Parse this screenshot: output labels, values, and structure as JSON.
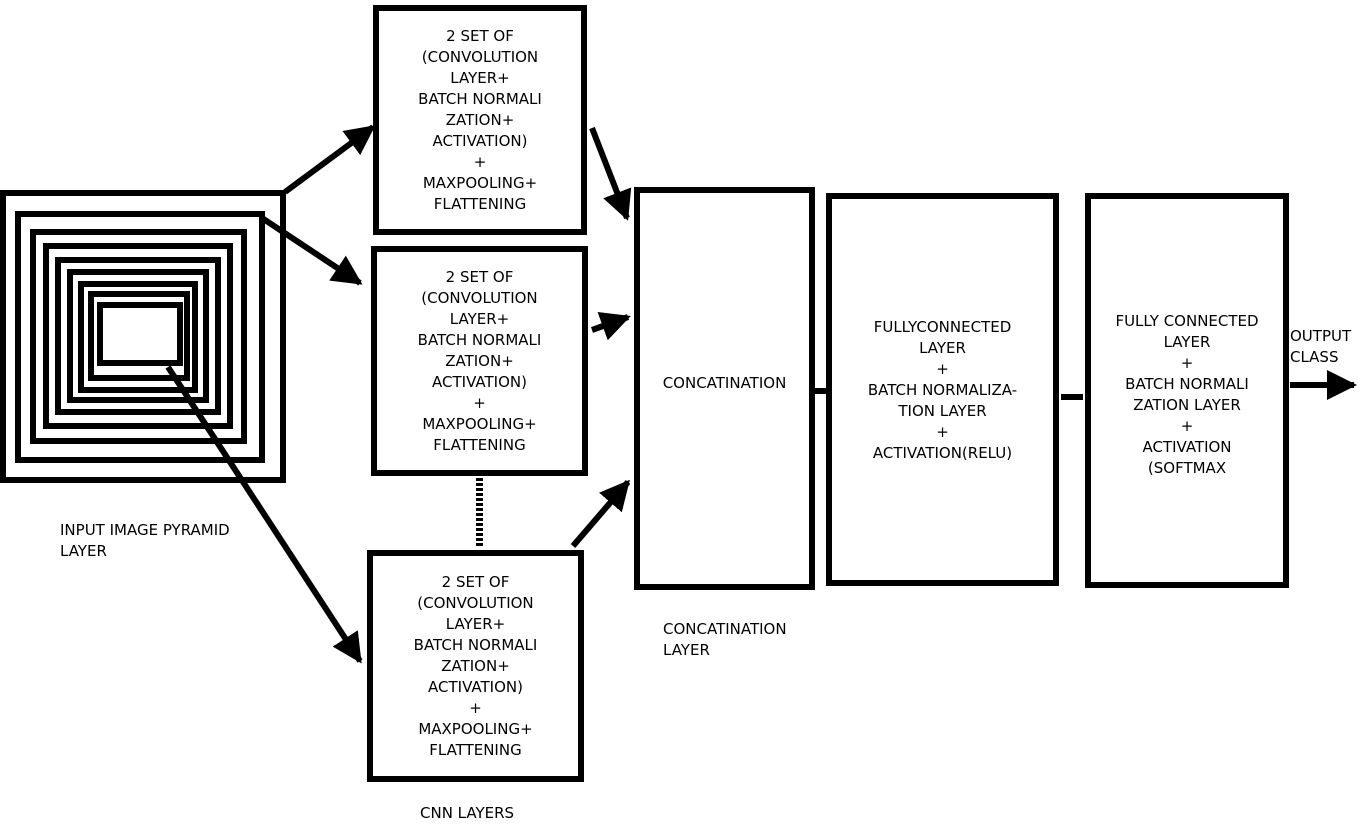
{
  "input": {
    "label": "INPUT IMAGE PYRAMID\nLAYER"
  },
  "cnn": {
    "blocks": [
      {
        "text": "2 SET OF\n(CONVOLUTION\nLAYER+\nBATCH NORMALI\nZATION+\nACTIVATION)\n+\nMAXPOOLING+\nFLATTENING"
      },
      {
        "text": "2 SET OF\n(CONVOLUTION\nLAYER+\nBATCH NORMALI\nZATION+\nACTIVATION)\n+\nMAXPOOLING+\nFLATTENING"
      },
      {
        "text": "2 SET OF\n(CONVOLUTION\nLAYER+\nBATCH NORMALI\nZATION+\nACTIVATION)\n+\nMAXPOOLING+\nFLATTENING"
      }
    ],
    "label": "CNN LAYERS"
  },
  "concat": {
    "text": "CONCATINATION",
    "label": "CONCATINATION\nLAYER"
  },
  "fc1": {
    "text": "FULLYCONNECTED\nLAYER\n+\nBATCH NORMALIZA-\nTION LAYER\n+\nACTIVATION(RELU)"
  },
  "fc2": {
    "text": "FULLY CONNECTED\nLAYER\n+\nBATCH NORMALI\nZATION LAYER\n+\nACTIVATION\n(SOFTMAX"
  },
  "output": {
    "label": "OUTPUT\nCLASS"
  }
}
